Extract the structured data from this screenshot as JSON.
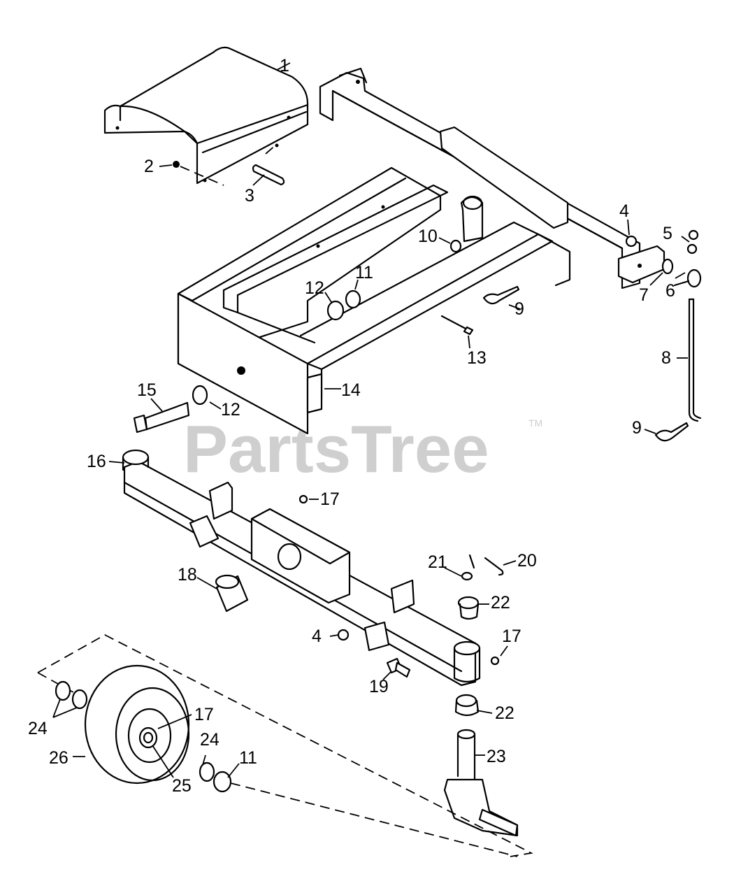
{
  "watermark": {
    "brand": "PartsTree",
    "trademark": "TM"
  },
  "callouts": [
    {
      "id": "c1",
      "text": "1"
    },
    {
      "id": "c2",
      "text": "2"
    },
    {
      "id": "c3",
      "text": "3"
    },
    {
      "id": "c4a",
      "text": "4"
    },
    {
      "id": "c5",
      "text": "5"
    },
    {
      "id": "c6",
      "text": "6"
    },
    {
      "id": "c7",
      "text": "7"
    },
    {
      "id": "c8",
      "text": "8"
    },
    {
      "id": "c9a",
      "text": "9"
    },
    {
      "id": "c9b",
      "text": "9"
    },
    {
      "id": "c10",
      "text": "10"
    },
    {
      "id": "c11a",
      "text": "11"
    },
    {
      "id": "c12a",
      "text": "12"
    },
    {
      "id": "c12b",
      "text": "12"
    },
    {
      "id": "c13",
      "text": "13"
    },
    {
      "id": "c14",
      "text": "14"
    },
    {
      "id": "c15",
      "text": "15"
    },
    {
      "id": "c16",
      "text": "16"
    },
    {
      "id": "c17a",
      "text": "17"
    },
    {
      "id": "c17b",
      "text": "17"
    },
    {
      "id": "c17c",
      "text": "17"
    },
    {
      "id": "c18",
      "text": "18"
    },
    {
      "id": "c19",
      "text": "19"
    },
    {
      "id": "c20",
      "text": "20"
    },
    {
      "id": "c21",
      "text": "21"
    },
    {
      "id": "c22a",
      "text": "22"
    },
    {
      "id": "c22b",
      "text": "22"
    },
    {
      "id": "c23",
      "text": "23"
    },
    {
      "id": "c24a",
      "text": "24"
    },
    {
      "id": "c24b",
      "text": "24"
    },
    {
      "id": "c25",
      "text": "25"
    },
    {
      "id": "c26",
      "text": "26"
    },
    {
      "id": "c4b",
      "text": "4"
    },
    {
      "id": "c11b",
      "text": "11"
    }
  ]
}
